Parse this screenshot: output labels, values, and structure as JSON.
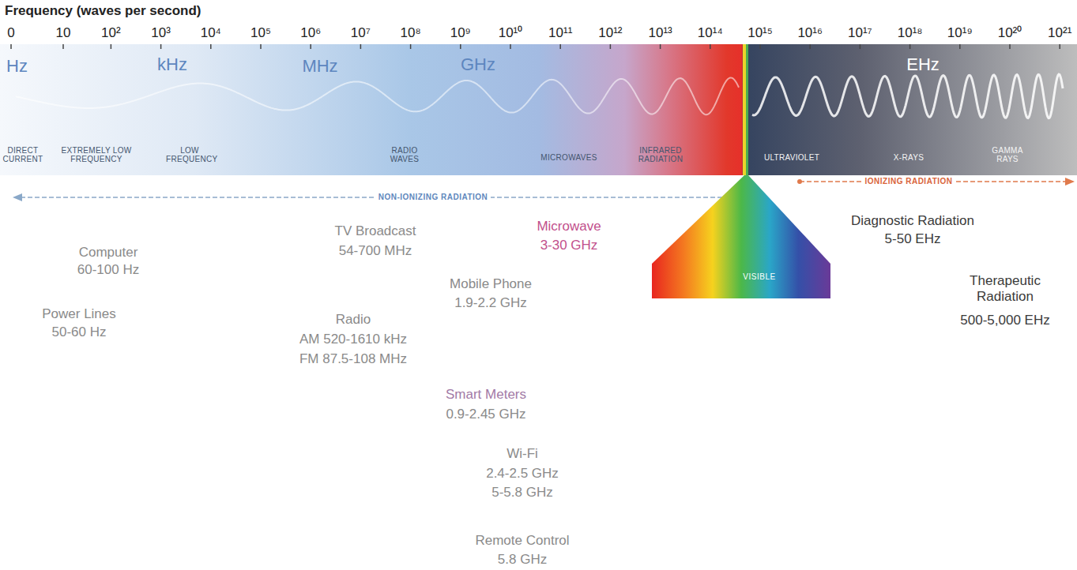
{
  "diagram": {
    "nodes": [
      {
        "text": [
          "VISIBLE"
        ]
      }
    ],
    "labels": [
      "Frequency (waves per second)",
      "0",
      "10",
      "10²",
      "10³",
      "10⁴",
      "10⁵",
      "10⁶",
      "10⁷",
      "10⁸",
      "10⁹",
      "10¹⁰",
      "10¹¹",
      "10¹²",
      "10¹³",
      "10¹⁴",
      "10¹⁵",
      "10¹⁶",
      "10¹⁷",
      "10¹⁸",
      "10¹⁹",
      "10²⁰",
      "10²¹",
      "Hz",
      "kHz",
      "MHz",
      "GHz",
      "EHz",
      "DIRECT CURRENT",
      "EXTREMELY LOW FREQUENCY",
      "LOW FREQUENCY",
      "RADIO WAVES",
      "MICROWAVES",
      "INFRARED RADIATION",
      "ULTRAVIOLET",
      "X-RAYS",
      "GAMMA RAYS",
      "NON-IONIZING RADIATION",
      "IONIZING RADIATION",
      "Computer",
      "60-100 Hz",
      "Power Lines",
      "50-60 Hz",
      "TV Broadcast",
      "54-700 MHz",
      "Radio",
      "AM 520-1610 kHz",
      "FM 87.5-108 MHz",
      "Mobile Phone",
      "1.9-2.2 GHz",
      "Microwave",
      "3-30 GHz",
      "Smart Meters",
      "0.9-2.45 GHz",
      "Wi-Fi",
      "2.4-2.5 GHz",
      "5-5.8 GHz",
      "Remote Control",
      "5.8 GHz",
      "Diagnostic Radiation",
      "5-50 EHz",
      "Therapeutic Radiation",
      "500-5,000 EHz"
    ]
  }
}
